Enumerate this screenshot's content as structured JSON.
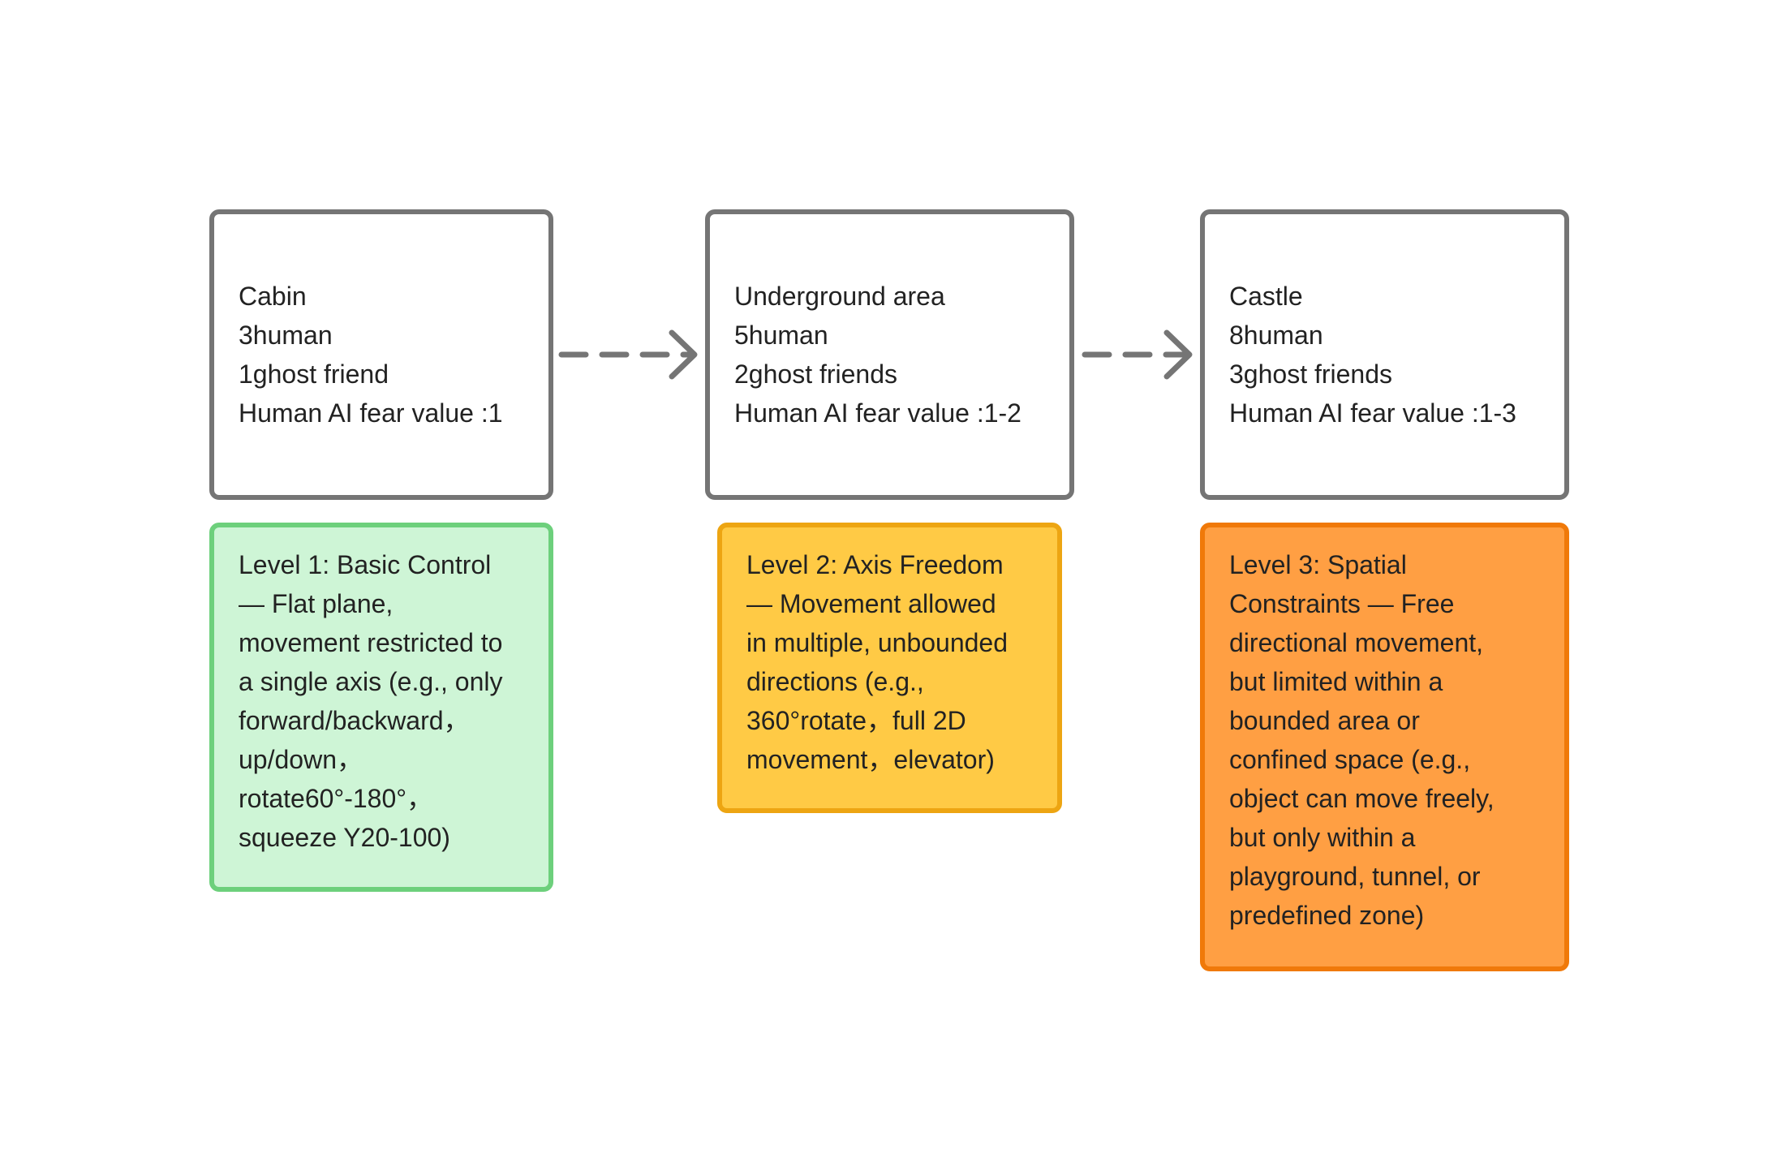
{
  "stages": [
    {
      "lines": [
        "Cabin",
        "3human",
        "1ghost friend",
        "Human AI fear value :1"
      ]
    },
    {
      "lines": [
        "Underground area",
        "5human",
        "2ghost friends",
        "Human AI fear value :1-2"
      ]
    },
    {
      "lines": [
        "Castle",
        "8human",
        "3ghost friends",
        "Human AI fear value :1-3"
      ]
    }
  ],
  "levels": [
    {
      "lines": [
        "Level 1: Basic Control",
        "— Flat plane,",
        "movement restricted to",
        "a single axis (e.g., only",
        "forward/backward，",
        "up/down，",
        "rotate60°-180°，",
        "squeeze Y20-100)"
      ],
      "fill": "#cef5d6",
      "border": "#6dd07c"
    },
    {
      "lines": [
        "Level 2: Axis Freedom",
        "— Movement allowed",
        "in multiple, unbounded",
        "directions (e.g.,",
        "360°rotate，full 2D",
        "movement，elevator)"
      ],
      "fill": "#ffca45",
      "border": "#eda512"
    },
    {
      "lines": [
        "Level 3: Spatial",
        "Constraints — Free",
        "directional movement,",
        "but limited within a",
        "bounded area or",
        "confined space (e.g.,",
        "object can  move freely,",
        "but only within a",
        "playground, tunnel, or",
        "predefined zone)"
      ],
      "fill": "#ff9f43",
      "border": "#f07909"
    }
  ],
  "colors": {
    "box_border": "#757575",
    "arrow": "#757575",
    "text": "#222222"
  }
}
